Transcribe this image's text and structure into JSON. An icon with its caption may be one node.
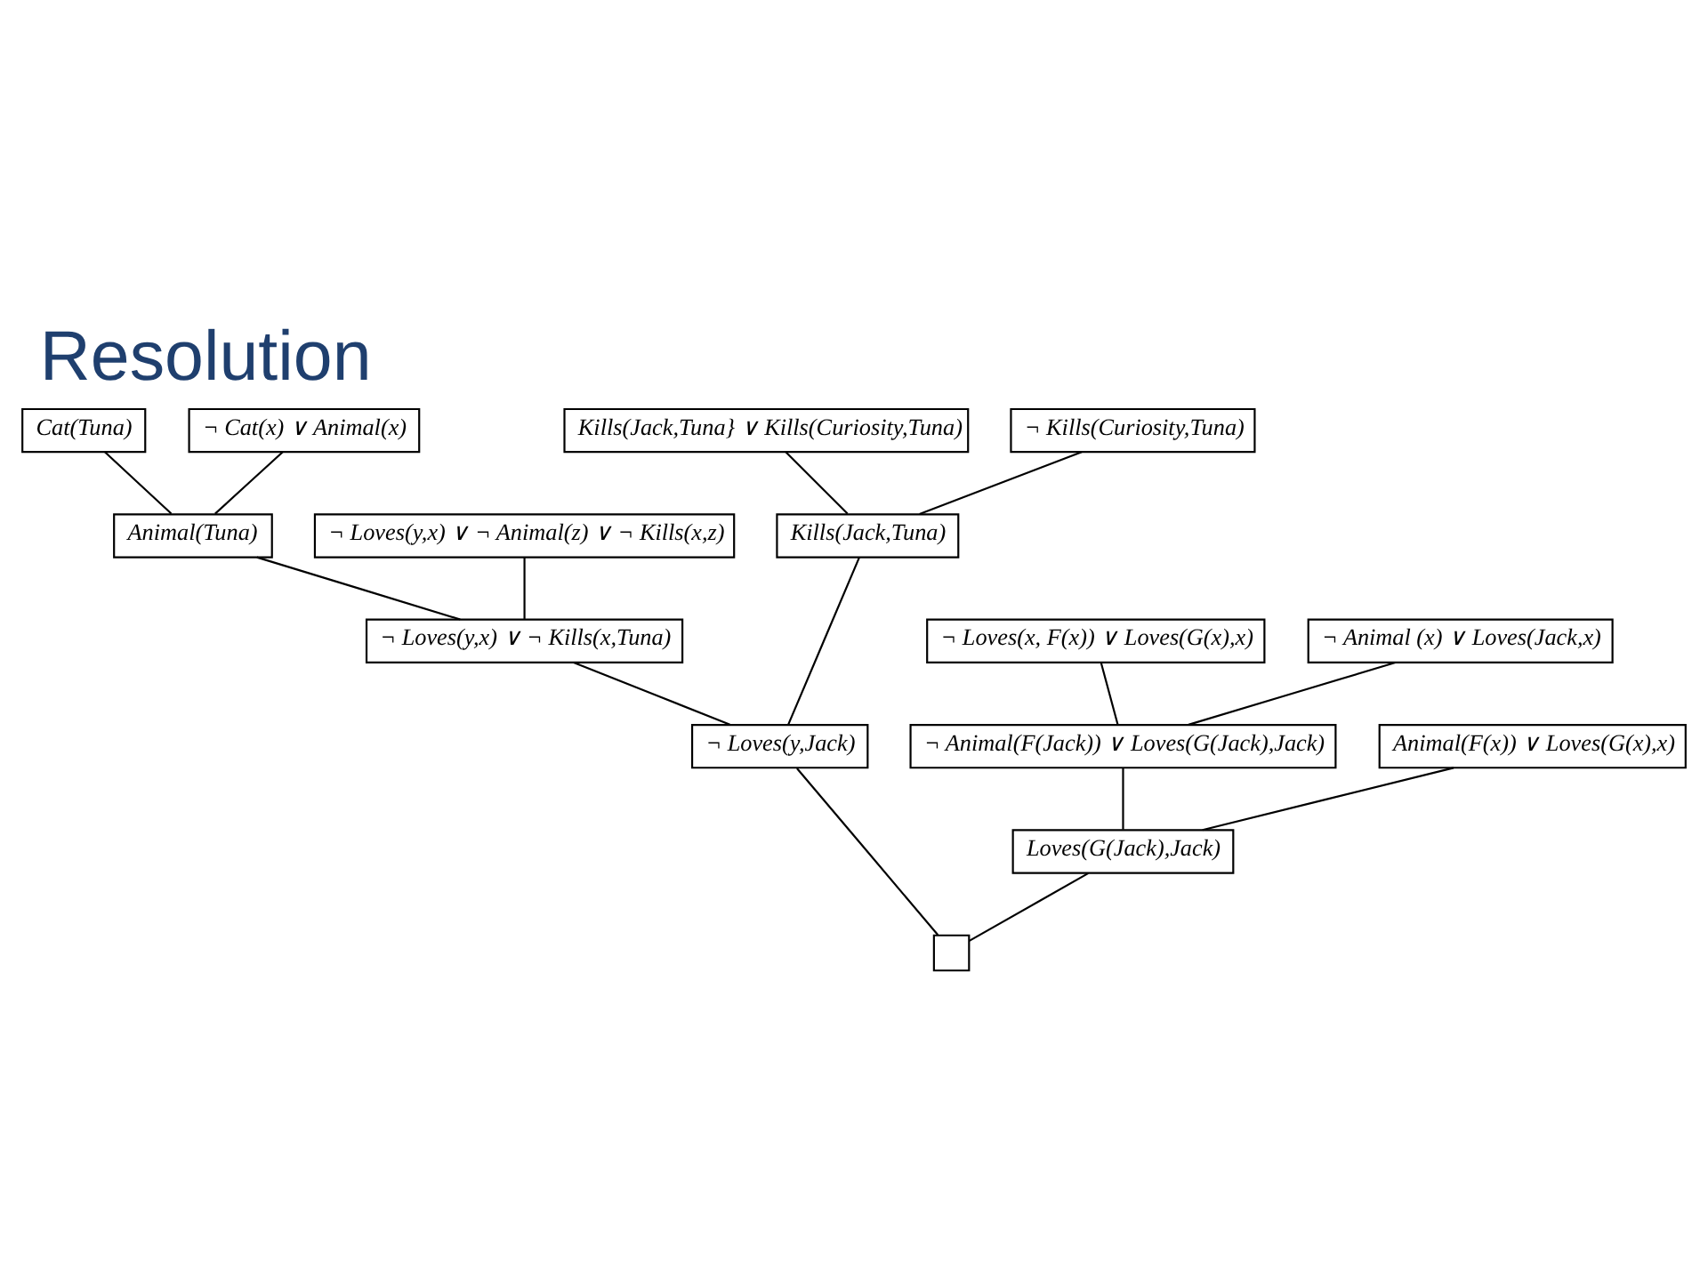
{
  "diagram": {
    "title": "Resolution",
    "nodes": [
      {
        "text": [
          "Cat(Tuna)"
        ]
      },
      {
        "text": [
          "¬ Cat(x) ∨ Animal(x)"
        ]
      },
      {
        "text": [
          "Kills(Jack,Tuna} ∨ Kills(Curiosity,Tuna)"
        ]
      },
      {
        "text": [
          "¬ Kills(Curiosity,Tuna)"
        ]
      },
      {
        "text": [
          "Animal(Tuna)"
        ]
      },
      {
        "text": [
          "¬ Loves(y,x) ∨ ¬ Animal(z) ∨ ¬ Kills(x,z)"
        ]
      },
      {
        "text": [
          "Kills(Jack,Tuna)"
        ]
      },
      {
        "text": [
          "¬ Loves(y,x) ∨ ¬ Kills(x,Tuna)"
        ]
      },
      {
        "text": [
          "¬ Loves(x, F(x)) ∨ Loves(G(x),x)"
        ]
      },
      {
        "text": [
          "¬ Animal (x) ∨ Loves(Jack,x)"
        ]
      },
      {
        "text": [
          "¬ Loves(y,Jack)"
        ]
      },
      {
        "text": [
          "¬ Animal(F(Jack)) ∨ Loves(G(Jack),Jack)"
        ]
      },
      {
        "text": [
          "Animal(F(x)) ∨ Loves(G(x),x)"
        ]
      },
      {
        "text": [
          "Loves(G(Jack),Jack)"
        ]
      },
      {
        "text": [],
        "shape": "box"
      }
    ],
    "edges": [
      {
        "from": 0,
        "to": 4,
        "arrow": "none"
      },
      {
        "from": 1,
        "to": 4,
        "arrow": "none"
      },
      {
        "from": 2,
        "to": 6,
        "arrow": "none"
      },
      {
        "from": 3,
        "to": 6,
        "arrow": "none"
      },
      {
        "from": 4,
        "to": 7,
        "arrow": "none"
      },
      {
        "from": 5,
        "to": 7,
        "arrow": "none"
      },
      {
        "from": 7,
        "to": 10,
        "arrow": "none"
      },
      {
        "from": 6,
        "to": 10,
        "arrow": "none"
      },
      {
        "from": 8,
        "to": 11,
        "arrow": "none"
      },
      {
        "from": 9,
        "to": 11,
        "arrow": "none"
      },
      {
        "from": 11,
        "to": 13,
        "arrow": "none"
      },
      {
        "from": 12,
        "to": 13,
        "arrow": "none"
      },
      {
        "from": 10,
        "to": 14,
        "arrow": "none"
      },
      {
        "from": 13,
        "to": 14,
        "arrow": "none"
      }
    ]
  }
}
